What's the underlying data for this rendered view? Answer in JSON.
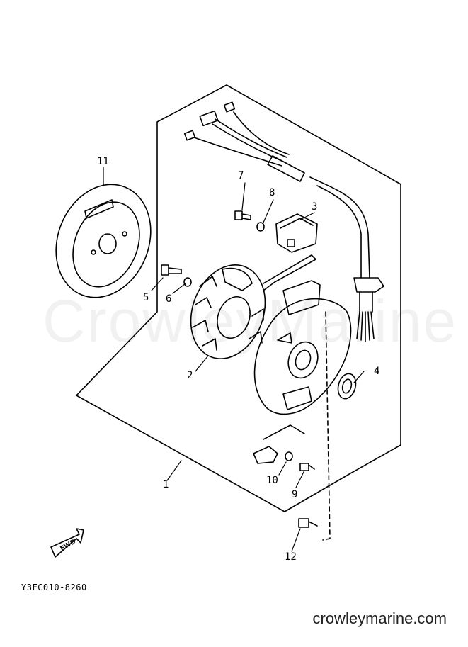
{
  "parts": [
    {
      "number": "1",
      "name": "base-assembly"
    },
    {
      "number": "2",
      "name": "stator-coil"
    },
    {
      "number": "3",
      "name": "pulser-coil"
    },
    {
      "number": "4",
      "name": "oil-seal"
    },
    {
      "number": "5",
      "name": "screw"
    },
    {
      "number": "6",
      "name": "washer"
    },
    {
      "number": "7",
      "name": "screw"
    },
    {
      "number": "8",
      "name": "washer"
    },
    {
      "number": "9",
      "name": "screw"
    },
    {
      "number": "10",
      "name": "washer"
    },
    {
      "number": "11",
      "name": "rotor-flywheel"
    },
    {
      "number": "12",
      "name": "bolt"
    }
  ],
  "fwd_label": "FWD",
  "diagram_code": "Y3FC010-8260",
  "watermark": "CrowleyMarine",
  "site": "crowleymarine.com"
}
